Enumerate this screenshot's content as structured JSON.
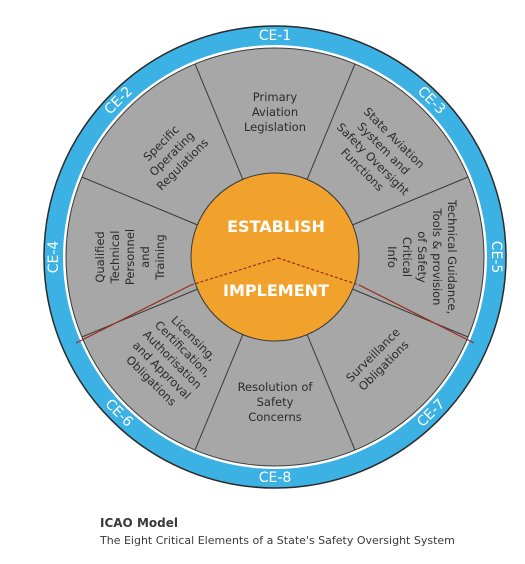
{
  "diagram": {
    "center": {
      "top_label": "ESTABLISH",
      "bottom_label": "IMPLEMENT"
    },
    "ring_labels": [
      "CE-1",
      "CE-2",
      "CE-3",
      "CE-4",
      "CE-5",
      "CE-6",
      "CE-7",
      "CE-8"
    ],
    "segments": [
      {
        "id": "CE-1",
        "lines": [
          "Primary",
          "Aviation",
          "Legislation"
        ]
      },
      {
        "id": "CE-2",
        "lines": [
          "Specific",
          "Operating",
          "Regulations"
        ]
      },
      {
        "id": "CE-3",
        "lines": [
          "State Aviation",
          "System and",
          "Safety Oversight",
          "Functions"
        ]
      },
      {
        "id": "CE-4",
        "lines": [
          "Qualified",
          "Technical",
          "Personnel",
          "and",
          "Training"
        ]
      },
      {
        "id": "CE-5",
        "lines": [
          "Technical Guidance,",
          "Tools & provision",
          "of Safety",
          "Critical",
          "Info"
        ]
      },
      {
        "id": "CE-6",
        "lines": [
          "Licensing,",
          "Certification,",
          "Authorisation",
          "and Approval",
          "Obligations"
        ]
      },
      {
        "id": "CE-7",
        "lines": [
          "Surveillance",
          "Obligations"
        ]
      },
      {
        "id": "CE-8",
        "lines": [
          "Resolution of",
          "Safety",
          "Concerns"
        ]
      }
    ],
    "colors": {
      "ring": "#3cb1e4",
      "segment_fill": "#a7a7a7",
      "center_fill": "#f0a22c",
      "divider": "#9a2b1f",
      "outline": "#3a3a3a"
    }
  },
  "caption": {
    "title": "ICAO Model",
    "subtitle": "The Eight Critical Elements of a State's Safety Oversight System"
  }
}
